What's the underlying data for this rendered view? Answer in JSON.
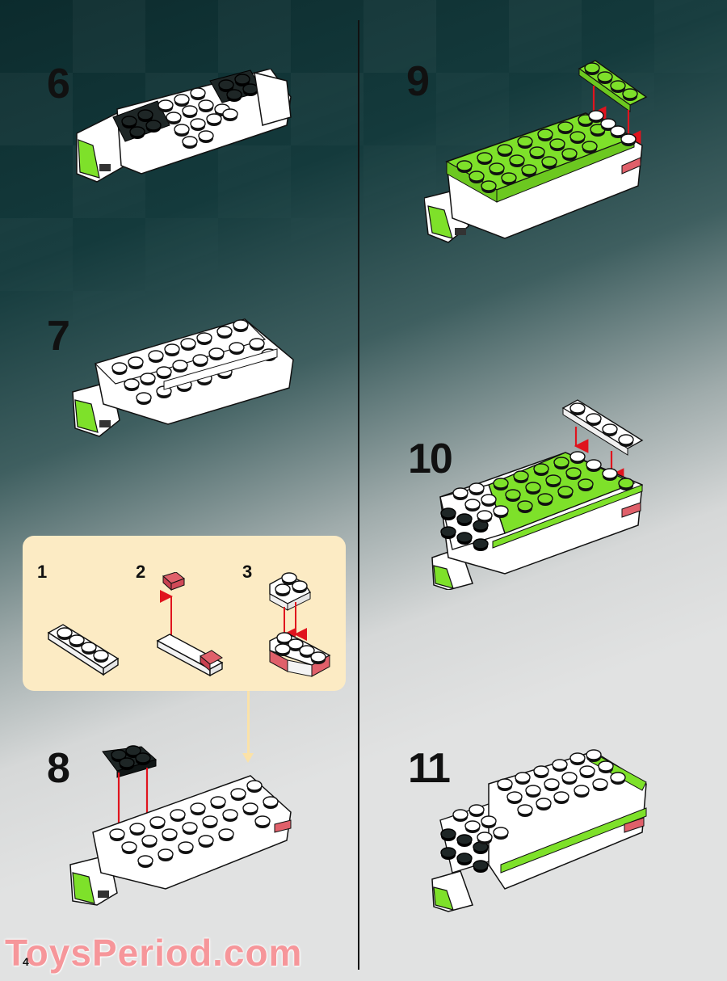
{
  "page": {
    "page_number": "4",
    "watermark": "ToysPeriod.com"
  },
  "colors": {
    "lime_green": "#7ee12a",
    "white_brick": "#ffffff",
    "black_brick": "#1a2020",
    "trans_red": "#e0606a",
    "arrow_red": "#e0141e",
    "callout_bg": "#fcebc4",
    "background_dark": "#0c2b2d",
    "background_light": "#e1e2e2"
  },
  "steps": [
    {
      "number": "6",
      "description": "Chassis with two black 2x2 plates and white plates"
    },
    {
      "number": "7",
      "description": "White plates covering chassis top"
    },
    {
      "number": "8",
      "description": "Add black 2x2 plate and sub-assembly"
    },
    {
      "number": "9",
      "description": "Lime green 1x4 plate added to lime top"
    },
    {
      "number": "10",
      "description": "White 1x4 plate added; white front block with side studs"
    },
    {
      "number": "11",
      "description": "Completed white top with lime stripe"
    }
  ],
  "subassembly": {
    "steps": [
      {
        "number": "1",
        "description": "White 1x4 plate"
      },
      {
        "number": "2",
        "description": "Trans-red 1x1 tile on plate"
      },
      {
        "number": "3",
        "description": "White 2x2 corner plate on top"
      }
    ]
  }
}
